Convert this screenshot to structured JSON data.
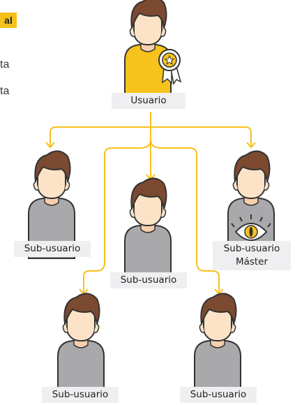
{
  "side_text": {
    "heading": "al",
    "line_1": "ta",
    "line_2": "ta"
  },
  "diagram": {
    "root": {
      "label": "Usuario",
      "badge_icon": "star-medal-icon"
    },
    "nodes": [
      {
        "label": "Sub-usuario"
      },
      {
        "label": "Sub-usuario"
      },
      {
        "label": "Sub-usuario",
        "label_line_2": "Máster",
        "shirt_icon": "eye-icon"
      },
      {
        "label": "Sub-usuario"
      },
      {
        "label": "Sub-usuario"
      }
    ]
  },
  "colors": {
    "connector": "#f5c11a",
    "root_shirt": "#f7c21b",
    "sub_shirt": "#a9a9ab",
    "hair": "#7b4a30",
    "skin": "#fce3c8",
    "label_bg": "#efeff1"
  }
}
